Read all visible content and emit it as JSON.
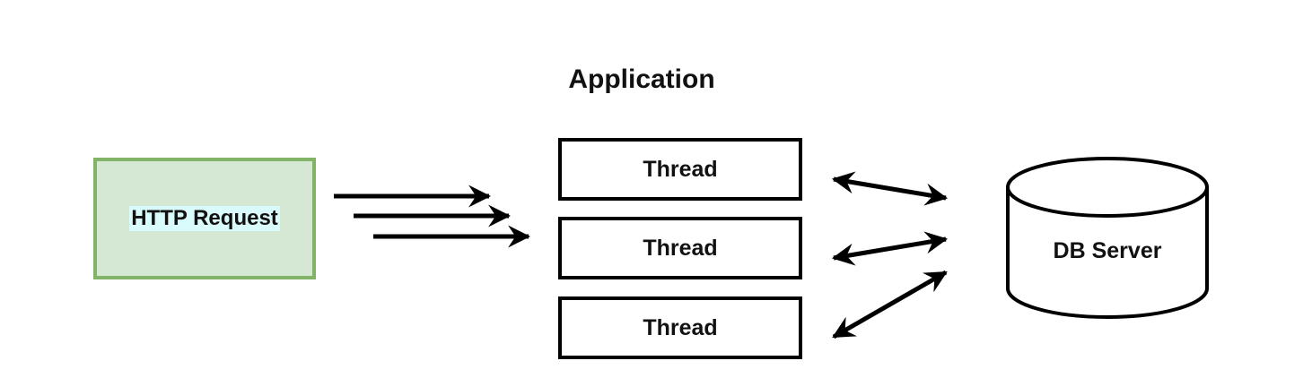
{
  "diagram": {
    "title": "Application",
    "request": {
      "label": "HTTP Request"
    },
    "threads": [
      {
        "label": "Thread"
      },
      {
        "label": "Thread"
      },
      {
        "label": "Thread"
      }
    ],
    "database": {
      "label": "DB Server"
    }
  },
  "colors": {
    "request_fill": "#d5e8d4",
    "request_border": "#82b366",
    "request_label_highlight": "#d9fbfb",
    "stroke": "#000000"
  }
}
